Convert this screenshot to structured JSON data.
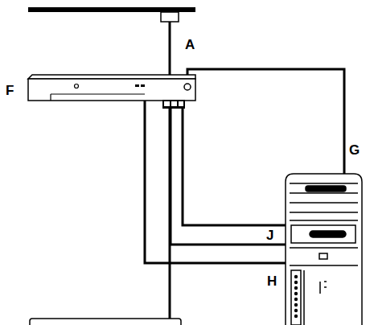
{
  "diagram": {
    "labels": [
      "A",
      "F",
      "G",
      "J",
      "H"
    ]
  }
}
